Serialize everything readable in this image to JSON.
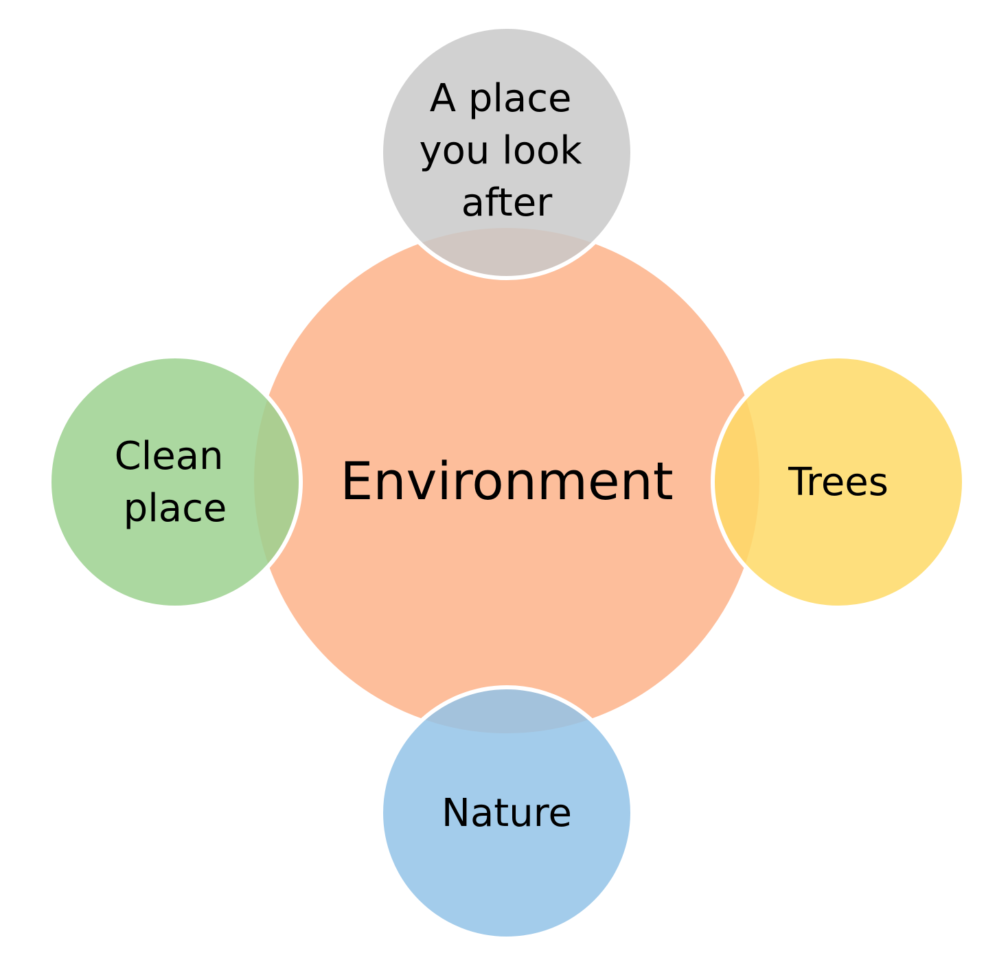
{
  "diagram": {
    "center": {
      "label": "Environment",
      "color": "#fdbe9b"
    },
    "nodes": [
      {
        "id": "top",
        "lines": [
          "A place",
          "you look",
          "after"
        ],
        "color": "#c9c9c9"
      },
      {
        "id": "right",
        "lines": [
          "Trees"
        ],
        "color": "#fed966"
      },
      {
        "id": "bottom",
        "lines": [
          "Nature"
        ],
        "color": "#93c3e8"
      },
      {
        "id": "left",
        "lines": [
          "Clean",
          "place"
        ],
        "color": "#9cd18f"
      }
    ]
  }
}
